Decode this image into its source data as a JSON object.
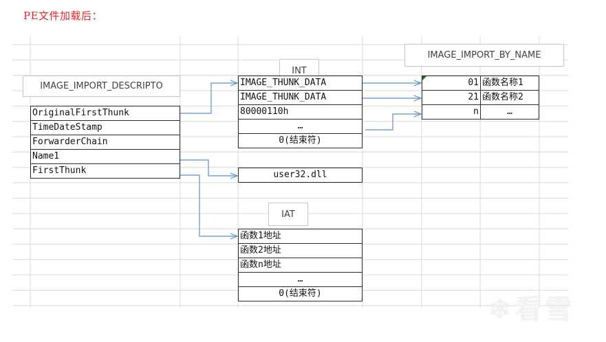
{
  "heading": "PE文件加载后：",
  "descriptor": {
    "title": "IMAGE_IMPORT_DESCRIPTO",
    "fields": [
      "OriginalFirstThunk",
      "TimeDateStamp",
      "ForwarderChain",
      "Name1",
      "FirstThunk"
    ]
  },
  "int_table": {
    "title": "INT",
    "rows": [
      "IMAGE_THUNK_DATA",
      "IMAGE_THUNK_DATA",
      "80000110h",
      "…",
      "0(结束符)"
    ]
  },
  "dll_name": "user32.dll",
  "import_by_name": {
    "title": "IMAGE_IMPORT_BY_NAME",
    "rows": [
      {
        "hint": "01",
        "name": "函数名称1"
      },
      {
        "hint": "21",
        "name": "函数名称2"
      },
      {
        "hint": "n",
        "name": "…"
      }
    ]
  },
  "iat_table": {
    "title": "IAT",
    "rows": [
      "函数1地址",
      "函数2地址",
      "函数n地址",
      "…",
      "0(结束符)"
    ]
  },
  "watermark": "看雪",
  "colors": {
    "heading": "#e8242b",
    "arrow": "#5b8fc7",
    "grid": "#d9d9d9"
  }
}
